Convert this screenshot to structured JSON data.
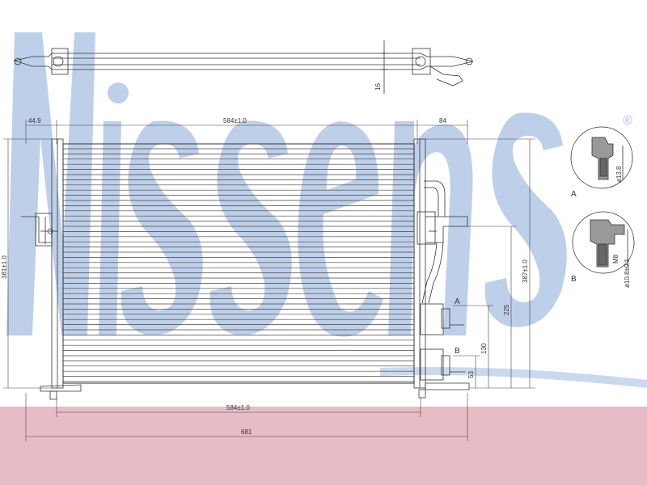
{
  "brand": {
    "name": "Nissens",
    "registered_mark": "®",
    "watermark_color": "#9fb8dc",
    "band_color": "#d9a9b4"
  },
  "top_view": {
    "thickness_label": "16"
  },
  "dimensions": {
    "offset_label": "44.9",
    "core_width_top": "584±1.0",
    "side_label": "84",
    "height_left": "381±1.0",
    "height_right": "387±1.0",
    "level_a": "225",
    "level_b": "130",
    "level_c": "53",
    "core_width_bottom": "584±1.0",
    "overall_width": "681"
  },
  "details": {
    "a": {
      "letter": "A",
      "callout": "A",
      "diameter": "ø13.8"
    },
    "b": {
      "letter": "B",
      "callout": "B",
      "diameter": "ø10.8±0.1",
      "thread": "M8"
    }
  }
}
